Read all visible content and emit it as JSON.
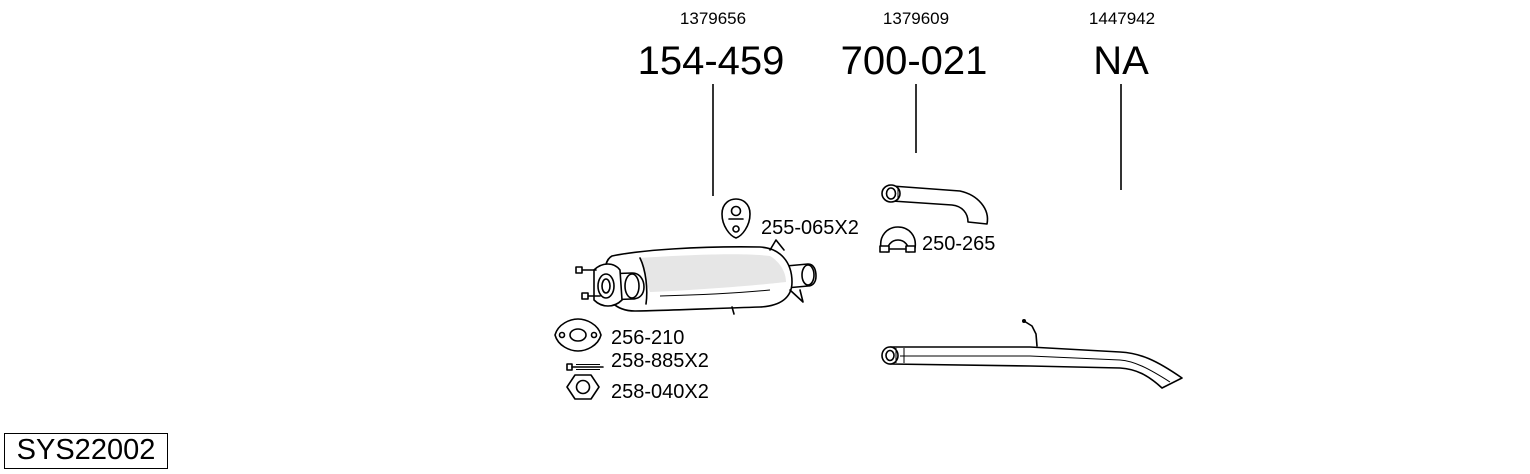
{
  "columns": [
    {
      "oe_number": "1379656",
      "part_number": "154-459"
    },
    {
      "oe_number": "1379609",
      "part_number": "700-021"
    },
    {
      "oe_number": "1447942",
      "part_number": "NA"
    }
  ],
  "parts": {
    "hanger": "255-065X2",
    "clamp": "250-265",
    "gasket": "256-210",
    "bolt": "258-885X2",
    "nut": "258-040X2"
  },
  "system_code": "SYS22002"
}
